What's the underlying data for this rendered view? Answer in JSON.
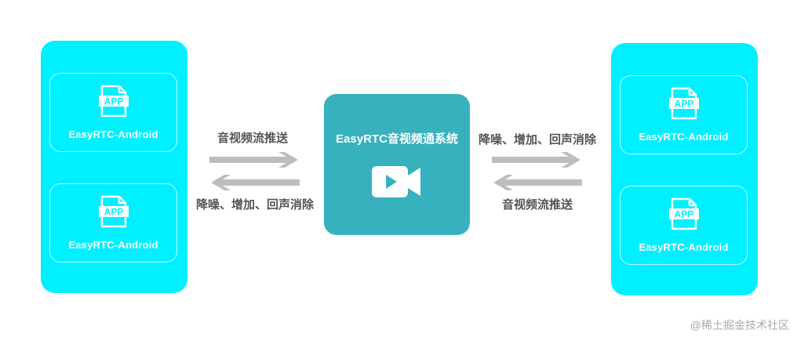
{
  "left_panel": {
    "devices": [
      {
        "icon_text": "APP",
        "label": "EasyRTC-Android"
      },
      {
        "icon_text": "APP",
        "label": "EasyRTC-Android"
      }
    ]
  },
  "right_panel": {
    "devices": [
      {
        "icon_text": "APP",
        "label": "EasyRTC-Android"
      },
      {
        "icon_text": "APP",
        "label": "EasyRTC-Android"
      }
    ]
  },
  "center": {
    "title": "EasyRTC音视频通系统",
    "icon": "video-camera-icon"
  },
  "left_link": {
    "top_label": "音视频流推送",
    "bottom_label": "降噪、增加、回声消除"
  },
  "right_link": {
    "top_label": "降噪、增加、回声消除",
    "bottom_label": "音视频流推送"
  },
  "watermark": "@稀土掘金技术社区",
  "colors": {
    "panel": "#00f0ff",
    "center": "#38b1bf",
    "arrow": "#bdbdbd",
    "label": "#555555"
  }
}
